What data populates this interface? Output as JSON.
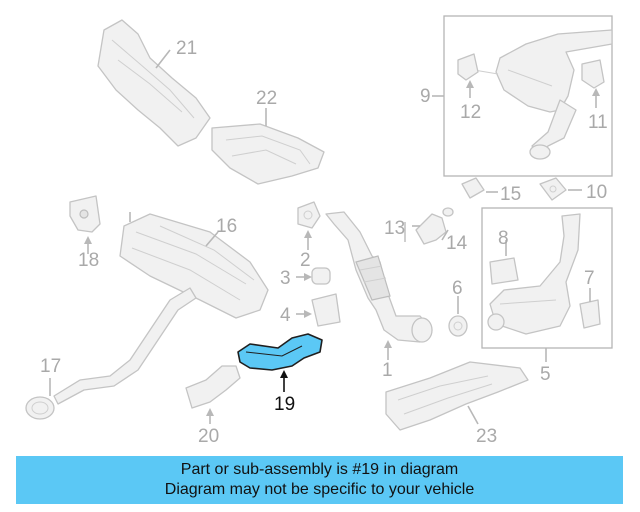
{
  "diagram": {
    "highlighted_part": "19",
    "callouts": {
      "c1": "1",
      "c2": "2",
      "c3": "3",
      "c4": "4",
      "c5": "5",
      "c6": "6",
      "c7": "7",
      "c8": "8",
      "c9": "9",
      "c10": "10",
      "c11": "11",
      "c12": "12",
      "c13": "13",
      "c14": "14",
      "c15": "15",
      "c16": "16",
      "c17": "17",
      "c18": "18",
      "c19": "19",
      "c20": "20",
      "c21": "21",
      "c22": "22",
      "c23": "23"
    },
    "colors": {
      "highlight": "#5bc8f5",
      "part_line": "#c4c4c4",
      "callout_text": "#a9a9a9"
    }
  },
  "banner": {
    "line1": "Part or sub-assembly is #19 in diagram",
    "line2": "Diagram may not be specific to your vehicle"
  }
}
